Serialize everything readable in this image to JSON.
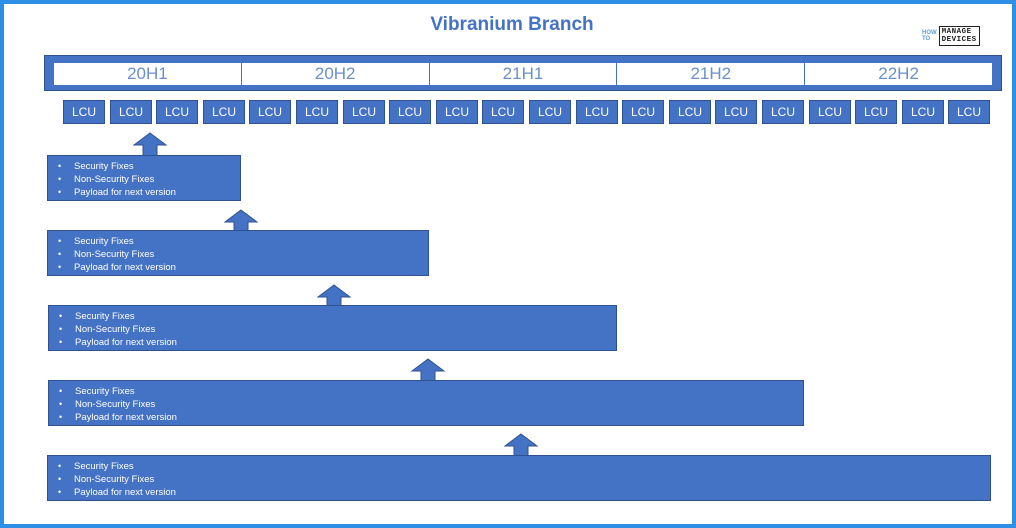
{
  "title": "Vibranium Branch",
  "logo": {
    "small_top": "HOW",
    "small_bottom": "TO",
    "line1": "MANAGE",
    "line2": "DEVICES"
  },
  "releases": [
    "20H1",
    "20H2",
    "21H1",
    "21H2",
    "22H2"
  ],
  "lcu_label": "LCU",
  "lcu_count": 20,
  "payload_items": [
    "Security Fixes",
    "Non-Security Fixes",
    "Payload for next version"
  ],
  "colors": {
    "fill": "#4472c4",
    "stroke": "#2f528f",
    "frame": "#2e8fe6",
    "release_text": "#6b8fc9"
  }
}
